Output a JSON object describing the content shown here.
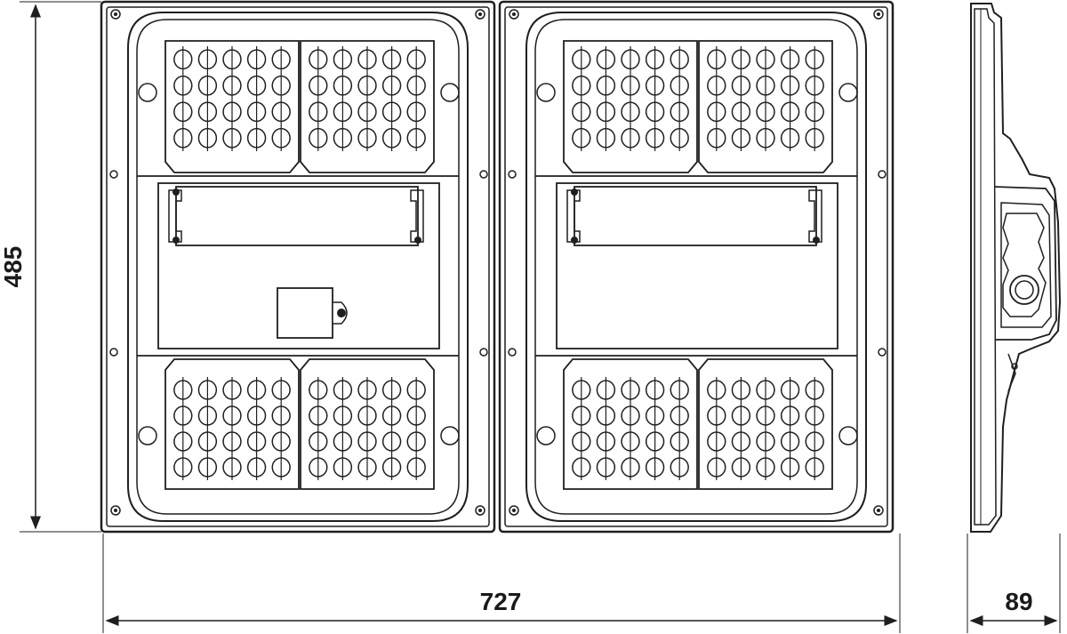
{
  "dimensions": {
    "height_label": "485",
    "width_label": "727",
    "depth_label": "89"
  },
  "drawing": {
    "stroke_color": "#1f1f1f",
    "fill_color": "#ffffff",
    "panel_fill": "#f4f4f4",
    "modules_per_panel": 4,
    "led_columns_per_module": 5,
    "led_rows_per_module": 4,
    "panels": 2
  }
}
